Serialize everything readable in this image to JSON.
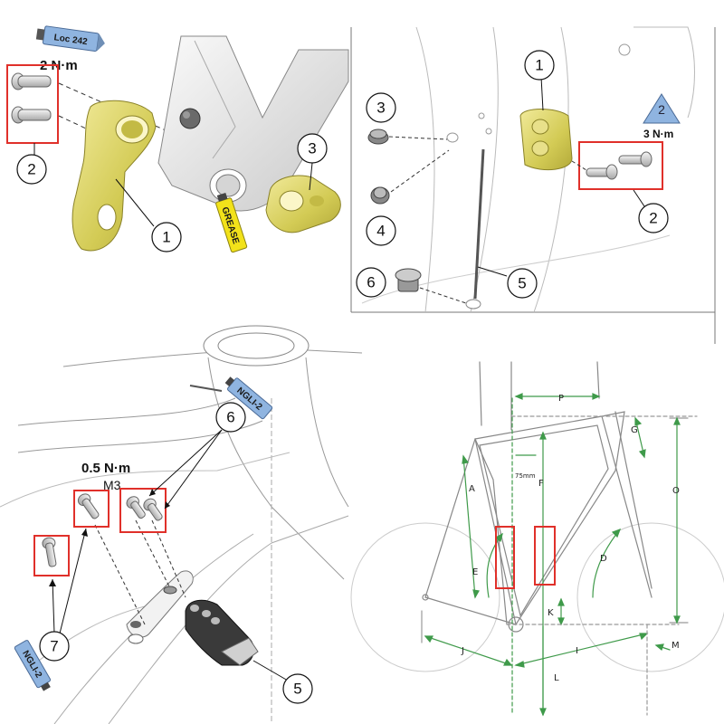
{
  "panel1": {
    "tube_label": "Loc 242",
    "torque": "2 N·m",
    "grease_label": "GREASE",
    "callouts": [
      "1",
      "2",
      "3"
    ]
  },
  "panel2": {
    "triangle_number": "2",
    "torque": "3 N·m",
    "callouts": [
      "1",
      "2",
      "3",
      "4",
      "5",
      "6"
    ]
  },
  "panel3": {
    "tube_label": "NGLI-2",
    "tube_label_2": "NGLI-2",
    "torque": "0.5 N·m",
    "size": "M3",
    "callouts": [
      "5",
      "6",
      "7"
    ]
  },
  "panel4": {
    "dim_labels": [
      "P",
      "G",
      "A",
      "F",
      "O",
      "E",
      "D",
      "K",
      "J",
      "I",
      "M",
      "L"
    ],
    "note_75": "75mm"
  },
  "colors": {
    "part_yellow": "#d8d060",
    "highlight_red": "#e0302a",
    "tube_blue": "#8fb4e0",
    "grease_yellow": "#f2e21a",
    "geometry_green": "#3f9a4a"
  }
}
